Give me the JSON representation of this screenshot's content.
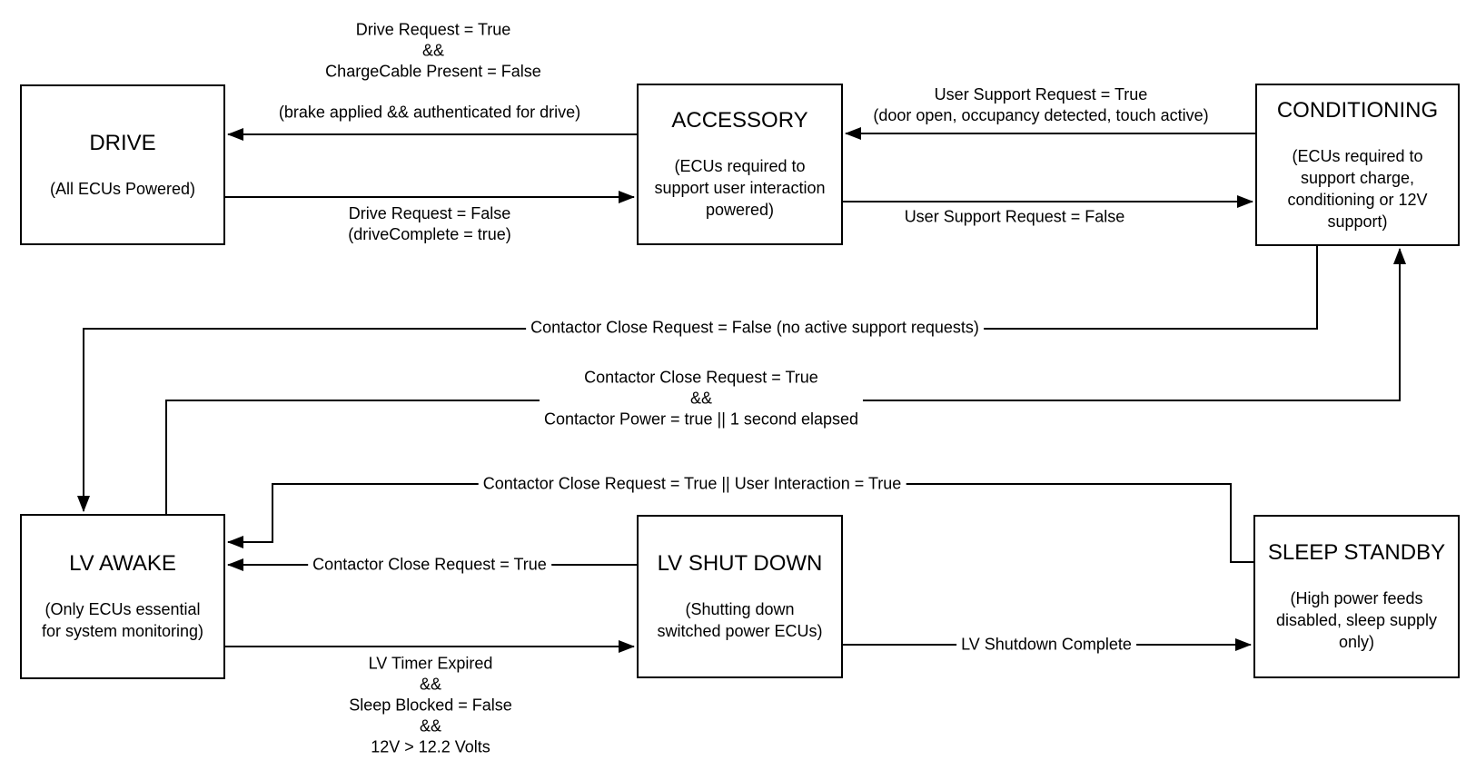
{
  "diagram": {
    "background_color": "#ffffff",
    "line_color": "#000000",
    "text_color": "#000000",
    "states": [
      {
        "id": "drive",
        "title": "DRIVE",
        "subtitle": "(All ECUs Powered)"
      },
      {
        "id": "accessory",
        "title": "ACCESSORY",
        "subtitle": "(ECUs required to\nsupport user interaction\npowered)"
      },
      {
        "id": "conditioning",
        "title": "CONDITIONING",
        "subtitle": "(ECUs required to\nsupport charge,\nconditioning or 12V\nsupport)"
      },
      {
        "id": "lv-awake",
        "title": "LV AWAKE",
        "subtitle": "(Only ECUs essential\nfor system monitoring)"
      },
      {
        "id": "lv-shut-down",
        "title": "LV SHUT DOWN",
        "subtitle": "(Shutting down\nswitched power ECUs)"
      },
      {
        "id": "sleep-standby",
        "title": "SLEEP STANDBY",
        "subtitle": "(High power feeds\ndisabled, sleep supply\nonly)"
      }
    ],
    "transitions": [
      {
        "from": "accessory",
        "to": "drive",
        "labels": [
          "Drive Request = True\n&&\nChargeCable Present = False",
          "(brake applied && authenticated for drive)"
        ]
      },
      {
        "from": "drive",
        "to": "accessory",
        "labels": [
          "Drive Request = False\n(driveComplete = true)"
        ]
      },
      {
        "from": "conditioning",
        "to": "accessory",
        "labels": [
          "User Support Request = True\n(door open, occupancy detected, touch active)"
        ]
      },
      {
        "from": "accessory",
        "to": "conditioning",
        "labels": [
          "User Support Request = False"
        ]
      },
      {
        "from": "conditioning",
        "to": "lv-awake",
        "labels": [
          "Contactor Close Request = False (no active support requests)"
        ]
      },
      {
        "from": "lv-awake",
        "to": "conditioning",
        "labels": [
          "Contactor Close Request = True\n&&\nContactor Power = true || 1 second elapsed"
        ]
      },
      {
        "from": "sleep-standby",
        "to": "lv-awake",
        "labels": [
          "Contactor Close Request = True || User Interaction = True"
        ]
      },
      {
        "from": "lv-shut-down",
        "to": "lv-awake",
        "labels": [
          "Contactor Close Request = True"
        ]
      },
      {
        "from": "lv-awake",
        "to": "lv-shut-down",
        "labels": [
          "LV Timer Expired\n&&\nSleep Blocked = False\n&&\n12V > 12.2 Volts"
        ]
      },
      {
        "from": "lv-shut-down",
        "to": "sleep-standby",
        "labels": [
          "LV Shutdown Complete"
        ]
      }
    ]
  }
}
